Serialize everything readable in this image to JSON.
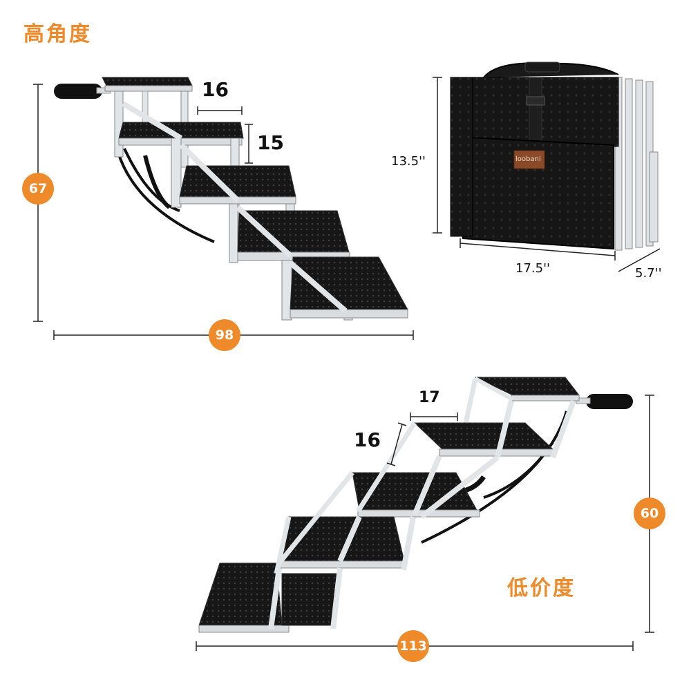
{
  "colors": {
    "accent": "#ee8a2a",
    "step": "#161616",
    "frame": "#d9dde0",
    "line": "#222222"
  },
  "high_angle": {
    "label": "高角度",
    "step_depth": "16",
    "step_rise": "15",
    "height": "67",
    "length": "98"
  },
  "folded": {
    "height": "13.5''",
    "width": "17.5''",
    "depth": "5.7''",
    "logo": "loobani"
  },
  "low_angle": {
    "label": "低价度",
    "step_depth": "17",
    "step_rise": "16",
    "height": "60",
    "length": "113"
  }
}
